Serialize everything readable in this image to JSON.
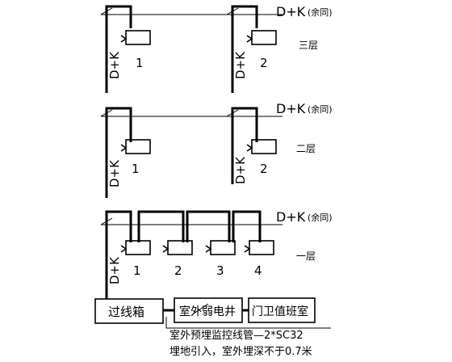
{
  "cable_label": "D+K",
  "cable_note": "(余同)",
  "floors": {
    "f3": "三层",
    "f2": "二层",
    "f1": "一层"
  },
  "cameras": {
    "f3": [
      "1",
      "2"
    ],
    "f2": [
      "1",
      "2"
    ],
    "f1": [
      "1",
      "2",
      "3",
      "4"
    ]
  },
  "boxes": {
    "junction": "过线箱",
    "outdoor_well": "室外弱电井",
    "guard_room": "门卫值班室"
  },
  "notes": {
    "line1": "室外预埋监控线管—2*SC32",
    "line2": "埋地引入，室外埋深不于0.7米"
  }
}
